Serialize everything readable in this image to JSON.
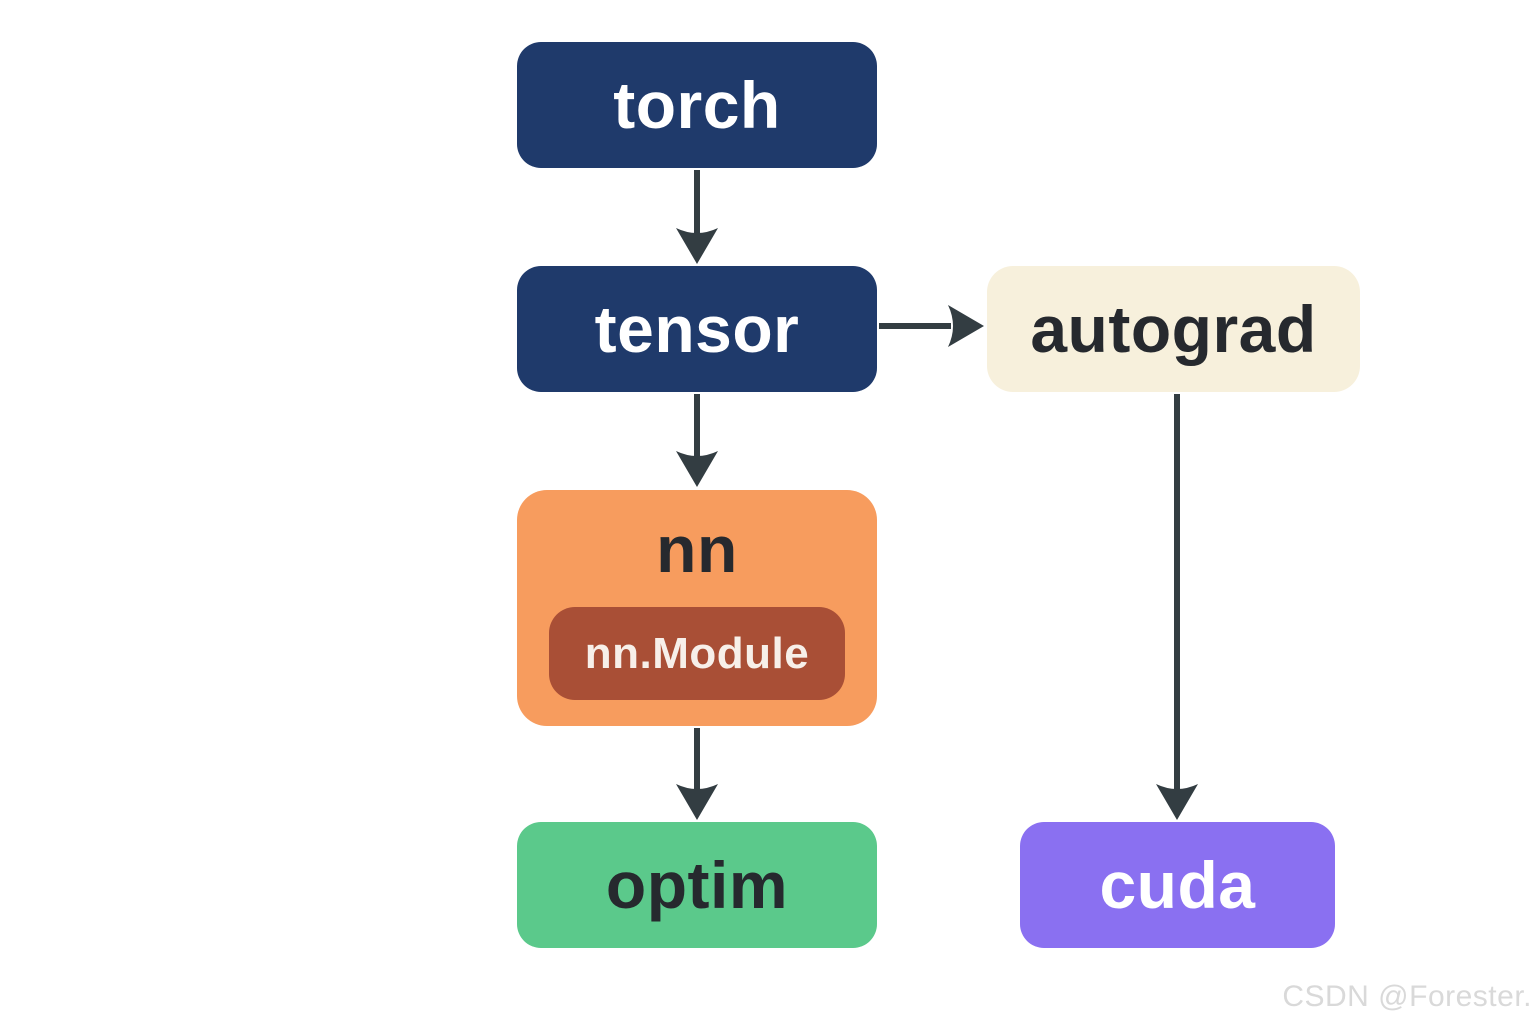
{
  "diagram": {
    "nodes": {
      "torch": {
        "label": "torch",
        "bg": "#1f3a6b",
        "fg": "#ffffff"
      },
      "tensor": {
        "label": "tensor",
        "bg": "#1f3a6b",
        "fg": "#ffffff"
      },
      "autograd": {
        "label": "autograd",
        "bg": "#f7f0dc",
        "fg": "#26292e"
      },
      "nn": {
        "label": "nn",
        "bg": "#f79c5e",
        "fg": "#26292e"
      },
      "nn_module": {
        "label": "nn.Module",
        "bg": "#a94f36",
        "fg": "#f7efe9"
      },
      "optim": {
        "label": "optim",
        "bg": "#5bc98b",
        "fg": "#26292e"
      },
      "cuda": {
        "label": "cuda",
        "bg": "#8a70f1",
        "fg": "#ffffff"
      }
    },
    "edges": [
      {
        "from": "torch",
        "to": "tensor"
      },
      {
        "from": "tensor",
        "to": "autograd"
      },
      {
        "from": "tensor",
        "to": "nn"
      },
      {
        "from": "nn",
        "to": "optim"
      },
      {
        "from": "autograd",
        "to": "cuda"
      }
    ],
    "arrow_color": "#333d42"
  },
  "watermark": {
    "text": "CSDN @Forester."
  }
}
